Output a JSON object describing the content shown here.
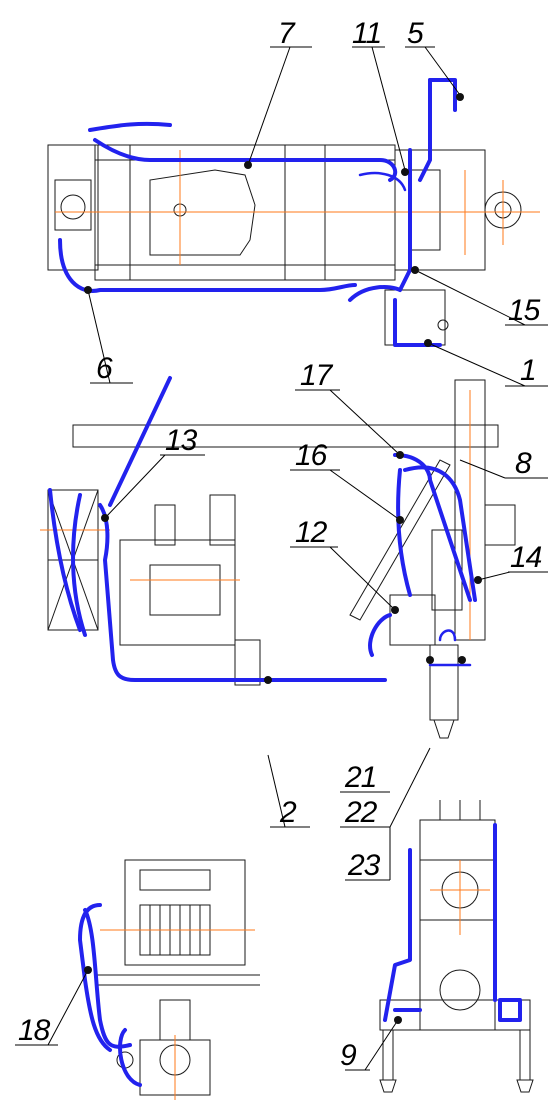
{
  "colors": {
    "hose": "#2222ee",
    "centerline": "#ff7a1a",
    "outline": "#1a1a1a"
  },
  "labels": {
    "l1": "1",
    "l2": "2",
    "l5": "5",
    "l6": "6",
    "l7": "7",
    "l8": "8",
    "l9": "9",
    "l11": "11",
    "l12": "12",
    "l13": "13",
    "l14": "14",
    "l15": "15",
    "l16": "16",
    "l17": "17",
    "l18": "18",
    "l21": "21",
    "l22": "22",
    "l23": "23"
  },
  "views": {
    "top": "top-view",
    "side": "side-view",
    "winch": "winch-view",
    "front": "front-view"
  }
}
